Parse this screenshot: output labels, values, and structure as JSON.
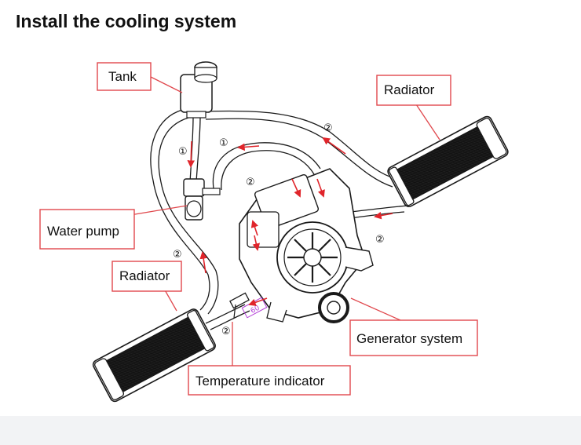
{
  "title": "Install the cooling system",
  "labels": {
    "tank": "Tank",
    "radiator_right": "Radiator",
    "radiator_left": "Radiator",
    "water_pump": "Water pump",
    "generator": "Generator system",
    "temp_indicator": "Temperature indicator"
  },
  "markers": {
    "one": "①",
    "two": "②"
  },
  "dimension": "60",
  "colors": {
    "callout_border": "#e0474c",
    "arrow": "#e0252b",
    "line": "#1a1a1a",
    "dimension": "#b23cd6"
  }
}
